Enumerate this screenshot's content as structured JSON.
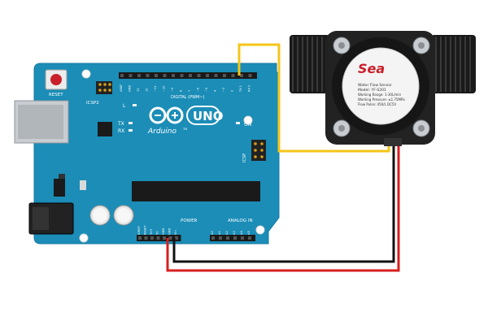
{
  "board": {
    "reset_label": "RESET",
    "icsp2_label": "ICSP2",
    "brand": "Arduino",
    "trademark": "TM",
    "model": "UNO",
    "digital_label": "DIGITAL (PWM~)",
    "on_label": "ON",
    "l_label": "L",
    "tx_label": "TX",
    "rx_label": "RX",
    "icsp_label": "ICSP",
    "power_label": "POWER",
    "analog_label": "ANALOG IN",
    "top_header_labels": [
      "AREF",
      "GND",
      "13",
      "12",
      "~11",
      "~10",
      "~9",
      "8",
      "7",
      "~6",
      "~5",
      "4",
      "~3",
      "2",
      "TX 1",
      "RX 0"
    ],
    "power_pin_labels": [
      "IOREF",
      "RESET",
      "3V3",
      "5V",
      "GND",
      "GND",
      "Vin"
    ],
    "analog_pin_labels": [
      "A0",
      "A1",
      "A2",
      "A3",
      "A4",
      "A5"
    ],
    "color": "#1b8db7"
  },
  "sensor": {
    "logo": "Sea",
    "label_lines": [
      "Water Flow Sensor",
      "Model: YF-S201",
      "Working Range: 1-30L/min",
      "Working Pressure: ≤1.75MPa",
      "Flow Pulse: 450/L  DC5V"
    ],
    "color": "#1a1a1a"
  },
  "wires": {
    "signal_color": "#f5c518",
    "power_color": "#d81e1e",
    "ground_color": "#111111"
  }
}
